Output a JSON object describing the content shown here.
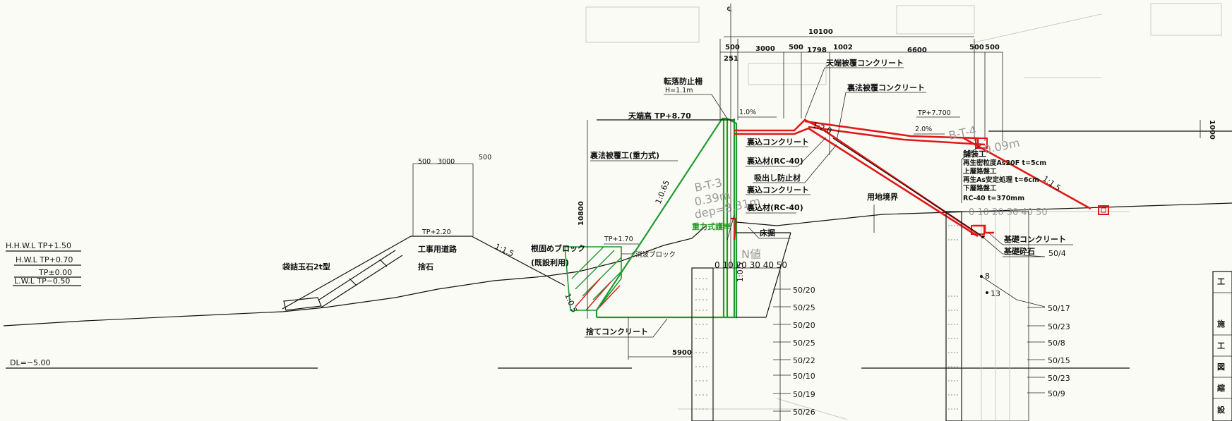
{
  "water_levels": {
    "hhwl": "H.H.W.L TP+1.50",
    "hwl": "H.W.L TP+0.70",
    "tp0": "TP±0.00",
    "lwl": "L.W.L TP−0.50",
    "dl": "DL=−5.00"
  },
  "left": {
    "stone": "袋詰玉石2t型",
    "road": "工事用道路",
    "rubble": "捨石",
    "top_level": "TP+2.20",
    "dim_top": "500",
    "dim_mid": "3000",
    "dim_right": "500",
    "slope": "1:1.5"
  },
  "center": {
    "footing_block": "根固めブロック",
    "reused": "(既設利用)",
    "tp170": "TP+1.70",
    "wave_block": "消波ブロック",
    "slope_065": "1:0.65",
    "slope_05": "1:0.5",
    "leveling": "捨てコンクリート",
    "dim_5900": "5900",
    "dim_10800": "10800",
    "rear_gravity": "裏法被覆工(重力式)",
    "crown_height": "天端高 TP+8.70",
    "fence": "転落防止柵",
    "fence_h": "H=1.1m",
    "gravity_wall": "重力式護岸",
    "bed_dig": "床掘",
    "bt3_name": "B-T-3",
    "bt3_val": "0.39m",
    "bt3_dep": "dep=8.31m",
    "nval_label": "N値",
    "nval_scale": "0  10 20 30 40 50",
    "nvals": [
      "50/20",
      "50/25",
      "50/20",
      "50/25",
      "50/22",
      "50/10",
      "50/19",
      "50/26"
    ],
    "slope_10": "1:0.5",
    "pct1": "1.0%",
    "slope_20": "1:2.0"
  },
  "crest": {
    "crown_conc": "天端被覆コンクリート",
    "rear_conc": "裏法被覆コンクリート",
    "backfill_conc": "裏込コンクリート",
    "backfill_rc": "裏込材(RC-40)",
    "sand_prevent": "吸出し防止材",
    "backfill_conc2": "裏込コンクリート",
    "backfill_rc2": "裏込材(RC-40)",
    "boundary": "用地境界",
    "tp77": "TP+7.700",
    "pct2": "2.0%",
    "dim_10100": "10100",
    "dim_500a": "500",
    "dim_251": "251",
    "dim_3000": "3000",
    "dim_500b": "500",
    "dim_1798": "1798",
    "dim_1002": "1002",
    "dim_6600": "6600",
    "dim_500c": "500",
    "dim_500d": "500",
    "dim_1000": "1000"
  },
  "right": {
    "pave": "舗装工",
    "pave1": "再生密粒度As20F t=5cm",
    "pave2": "上層路盤工",
    "pave3": "再生As安定処理 t=6cm",
    "pave4": "下層路盤工",
    "pave5": "RC-40 t=370mm",
    "bt_name": "B-T-4",
    "bt_val": "0.09m",
    "scale": "0  10 20 30 40 50",
    "base_conc": "基礎コンクリート",
    "base_stone": "基礎砕石",
    "slope_15": "1:1.5",
    "n_top": "50/4",
    "n8": "8",
    "n13": "13",
    "nvals": [
      "50/17",
      "50/23",
      "50/8",
      "50/15",
      "50/23",
      "50/9"
    ]
  },
  "title_block": [
    "工",
    "施",
    "工",
    "図",
    "縮",
    "設"
  ]
}
